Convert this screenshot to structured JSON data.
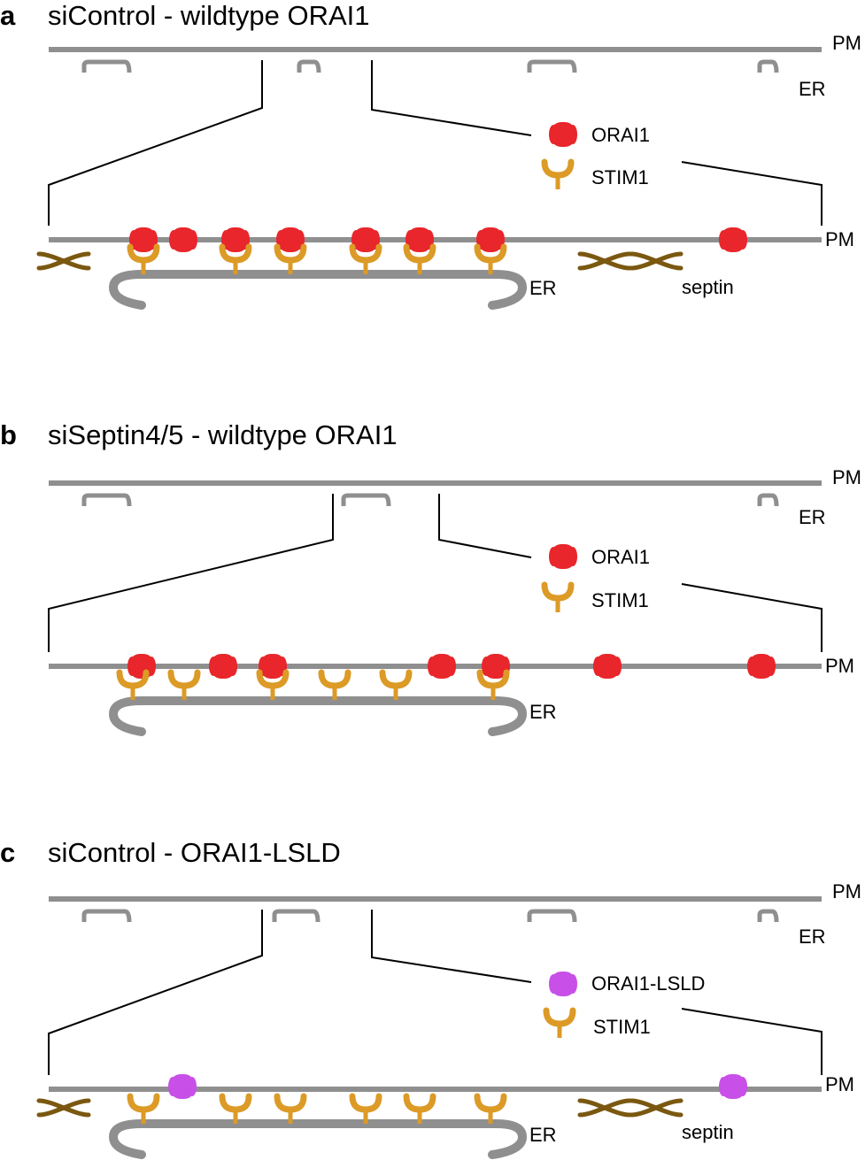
{
  "colors": {
    "membrane": "#8f8f8f",
    "orai": "#e8262b",
    "orai_lsld": "#c84fe8",
    "stim": "#dc9a26",
    "septin": "#7a5810",
    "line": "#000000"
  },
  "panels": [
    {
      "letter": "a",
      "title": "siControl - wildtype ORAI1",
      "pm_label": "PM",
      "er_label": "ER",
      "zoom_pm_label": "PM",
      "zoom_er_label": "ER",
      "legend": {
        "orai_label": "ORAI1",
        "stim_label": "STIM1",
        "orai_type": "orai"
      },
      "septin_label": "septin",
      "has_septin": true
    },
    {
      "letter": "b",
      "title": "siSeptin4/5 - wildtype ORAI1",
      "pm_label": "PM",
      "er_label": "ER",
      "zoom_pm_label": "PM",
      "zoom_er_label": "ER",
      "legend": {
        "orai_label": "ORAI1",
        "stim_label": "STIM1",
        "orai_type": "orai"
      },
      "septin_label": "",
      "has_septin": false
    },
    {
      "letter": "c",
      "title": "siControl - ORAI1-LSLD",
      "pm_label": "PM",
      "er_label": "ER",
      "zoom_pm_label": "PM",
      "zoom_er_label": "ER",
      "legend": {
        "orai_label": "ORAI1-LSLD",
        "stim_label": "STIM1",
        "orai_type": "orai_lsld"
      },
      "septin_label": "septin",
      "has_septin": true
    }
  ]
}
